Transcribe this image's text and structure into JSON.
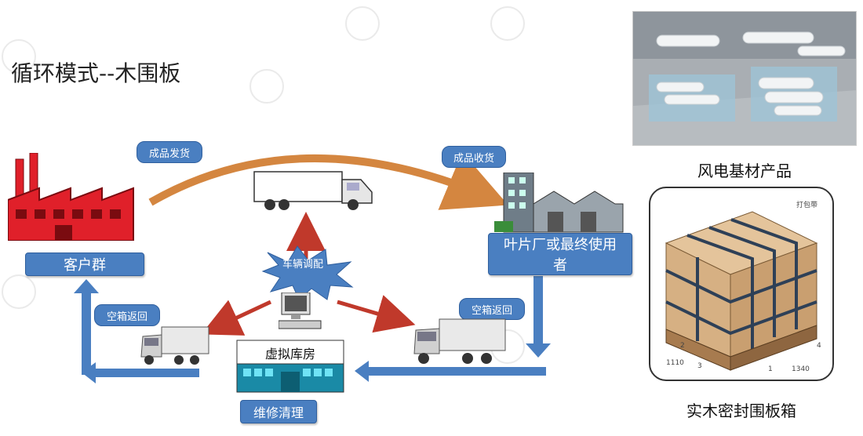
{
  "title": "循环模式--木围板",
  "nodes": {
    "customer_group": "客户群",
    "blade_factory": "叶片厂或最终使用者",
    "virtual_warehouse": "虚拟库房",
    "maintenance": "维修清理",
    "dispatch": "车辆调配"
  },
  "callouts": {
    "ship": "成品发货",
    "receive": "成品收货",
    "return_left": "空箱返回",
    "return_right": "空箱返回"
  },
  "captions": {
    "photo": "风电基材产品",
    "crate": "实木密封围板箱"
  },
  "crate_labels": {
    "dim_a": "1110",
    "dim_b": "1340",
    "n1": "1",
    "n2": "2",
    "n3": "3",
    "n4": "4",
    "tag": "打包带"
  },
  "colors": {
    "node_blue": "#4a7fc1",
    "arrow_blue": "#4a7fc1",
    "arrow_red": "#c0392b",
    "arrow_orange": "#d07a2c",
    "factory_red": "#e0202a"
  },
  "icons": [
    "factory-icon",
    "truck-icon",
    "warehouse-icon",
    "computer-icon",
    "starburst-icon"
  ]
}
